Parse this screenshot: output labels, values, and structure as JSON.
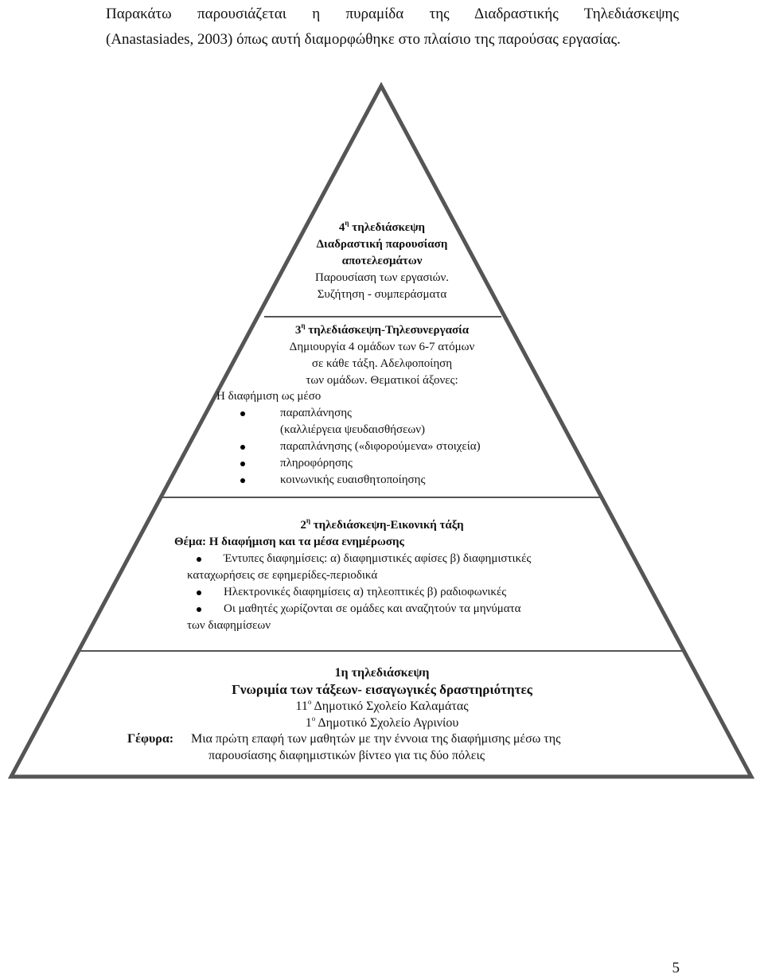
{
  "intro": {
    "line1": "Παρακάτω παρουσιάζεται η πυραμίδα της Διαδραστικής Τηλεδιάσκεψης",
    "line2": "(Anastasiades, 2003) όπως αυτή διαμορφώθηκε στο πλαίσιο της παρούσας εργασίας."
  },
  "tier4": {
    "num": "4",
    "sup": "η",
    "heading": " τηλεδιάσκεψη",
    "subheading1": "Διαδραστική παρουσίαση",
    "subheading2": "αποτελεσμάτων",
    "line1": "Παρουσίαση των εργασιών.",
    "line2": "Συζήτηση - συμπεράσματα"
  },
  "tier3": {
    "num": "3",
    "sup": "η",
    "heading": " τηλεδιάσκεψη-Τηλεσυνεργασία",
    "line1": "Δημιουργία 4 ομάδων των 6-7 ατόμων",
    "line2": "σε κάθε τάξη. Αδελφοποίηση",
    "line3": "των ομάδων. Θεματικοί άξονες:",
    "line4": "Η διαφήμιση ως μέσο",
    "bullets": [
      "παραπλάνησης",
      "παραπλάνησης («διφορούμενα» στοιχεία)",
      "πληροφόρησης",
      "κοινωνικής ευαισθητοποίησης"
    ],
    "bullet1_cont": "(καλλιέργεια ψευδαισθήσεων)"
  },
  "tier2": {
    "num": "2",
    "sup": "η",
    "heading": " τηλεδιάσκεψη-Εικονική τάξη",
    "theme": "Θέμα: Η διαφήμιση και τα μέσα ενημέρωσης",
    "bullets": [
      "Έντυπες διαφημίσεις: α) διαφημιστικές αφίσες β) διαφημιστικές",
      "Ηλεκτρονικές διαφημίσεις α) τηλεοπτικές β) ραδιοφωνικές",
      "Οι μαθητές χωρίζονται σε ομάδες και αναζητούν τα μηνύματα"
    ],
    "bullet1_cont": "καταχωρήσεις σε εφημερίδες-περιοδικά",
    "bullet3_cont": "των διαφημίσεων"
  },
  "tier1": {
    "heading": "1η τηλεδιάσκεψη",
    "subheading": "Γνωριμία των τάξεων- εισαγωγικές δραστηριότητες",
    "school1_num": "11",
    "school1_sup": "ο",
    "school1": " Δημοτικό Σχολείο Καλαμάτας",
    "school2_num": "1",
    "school2_sup": "ο",
    "school2": " Δημοτικό Σχολείο Αγρινίου",
    "bridge_label": "Γέφυρα:",
    "bridge_line1": "Μια πρώτη επαφή των μαθητών με την έννοια της διαφήμισης μέσω της",
    "bridge_line2": "παρουσίασης διαφημιστικών βίντεο για τις δύο πόλεις"
  },
  "page_number": "5"
}
